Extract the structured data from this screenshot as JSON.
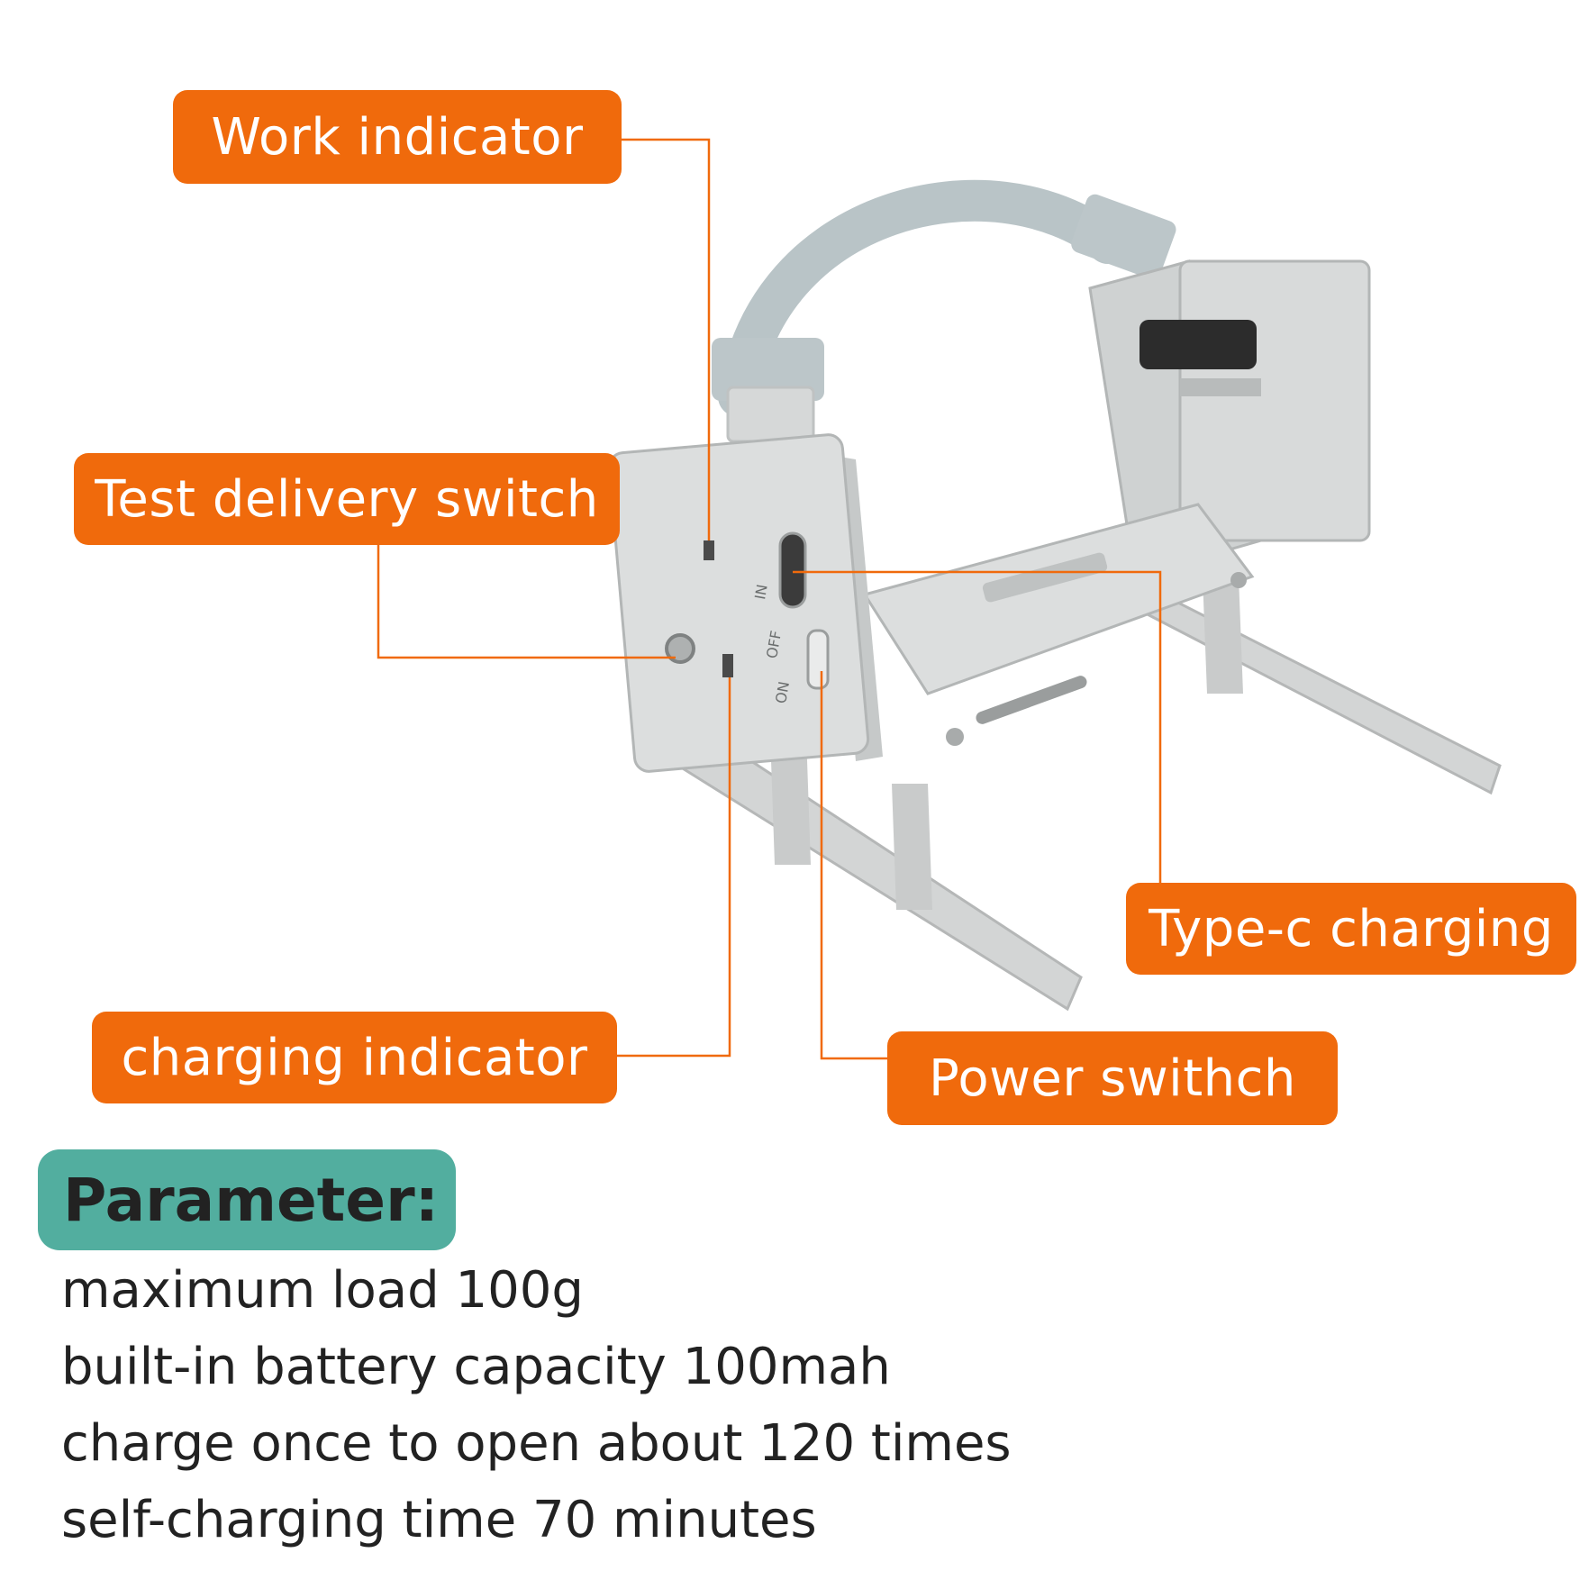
{
  "callouts": {
    "work_indicator": "Work indicator",
    "test_delivery_switch": "Test delivery switch",
    "charging_indicator": "charging indicator",
    "type_c_charging": "Type-c charging",
    "power_switch": "Power swithch"
  },
  "device_labels": {
    "in": "IN",
    "off": "OFF",
    "on": "ON"
  },
  "parameters": {
    "heading": "Parameter:",
    "items": [
      "maximum load 100g",
      "built-in battery capacity 100mah",
      "charge once to open about 120 times",
      "self-charging time 70 minutes"
    ]
  },
  "colors": {
    "callout_bg": "#f06a0c",
    "badge_bg": "#52ae9f",
    "text": "#222222"
  }
}
